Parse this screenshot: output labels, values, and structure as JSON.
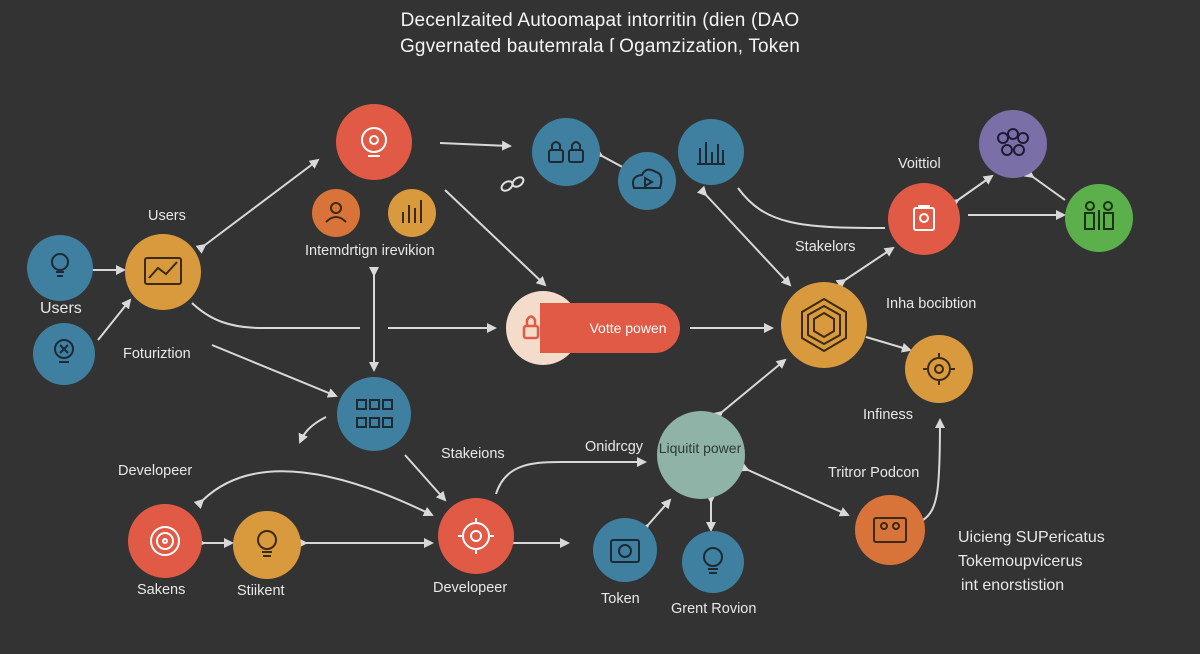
{
  "title": {
    "line1": "Decenlzaited Autoomapat intorritin (dien (DAO",
    "line2": "Ggvernated bautemrala ſ Ogamzization, Token"
  },
  "colors": {
    "background": "#333333",
    "red": "#e05a45",
    "blue": "#3f7fa0",
    "gold": "#d89a3c",
    "green": "#5bb04c",
    "purple": "#7b6fa8",
    "sage": "#8fb3a6",
    "cream": "#f3dcc9",
    "arrow": "#d9d9d9"
  },
  "labels": {
    "users_top": "Users",
    "users_left": "Users",
    "foturiztion": "Foturiztion",
    "developeer_left": "Developeer",
    "sakens": "Sakens",
    "stiikent": "Stiikent",
    "developeer_bottom": "Developeer",
    "intemdrtign": "Intemdrtign irevikion",
    "stakeions": "Stakeions",
    "onidrcgy": "Onidrcgy",
    "token": "Token",
    "grent_rovion": "Grent Rovion",
    "vote_power": "Votte powen",
    "liquitit_power": "Liquitit power",
    "stakelors": "Stakelors",
    "voittiol": "Voittiol",
    "inha_bocibtion": "Inha bocibtion",
    "infiness": "Infiness",
    "tritror_podcon": "Tritror Podcon",
    "side_1": "Uicieng SUPericatus",
    "side_2": "Tokemoupvicerus",
    "side_3": "int enorstistion"
  },
  "icons": [
    "lightbulb-icon",
    "chart-board-icon",
    "lightbulb-x-icon",
    "target-icon",
    "lightbulb-gear-icon",
    "users-group-icon",
    "bar-chart-icon",
    "padlock-pair-icon",
    "cloud-play-icon",
    "columns-chart-icon",
    "network-blocks-icon",
    "padlock-icon",
    "gear-icon",
    "camera-icon",
    "lightbulb-icon",
    "hexagon-stack-icon",
    "gear-icon",
    "badge-icon",
    "coins-cluster-icon",
    "people-icon",
    "shield-people-icon"
  ]
}
